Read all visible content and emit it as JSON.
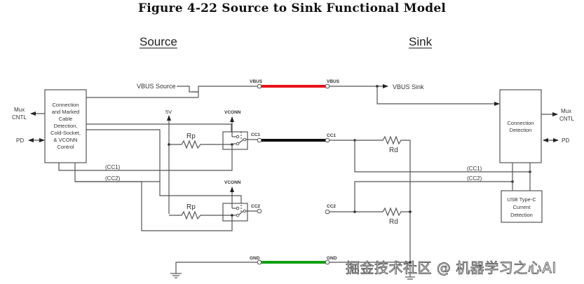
{
  "figure": {
    "title": "Figure 4-22  Source to Sink Functional Model",
    "source_heading": "Source",
    "sink_heading": "Sink"
  },
  "source": {
    "control_block": [
      "Connection",
      "and Marked",
      "Cable",
      "Detection,",
      "Cold-Socket,",
      "& VCONN",
      "Control"
    ],
    "mux_cntl": [
      "Mux",
      "CNTL"
    ],
    "pd": "PD",
    "vbus_source": "VBUS Source",
    "five_volt": "5V",
    "vconn_top": "VCONN",
    "vconn_bottom": "VCONN",
    "rp_top": "Rp",
    "rp_bottom": "Rp",
    "cc1_wire": "(CC1)",
    "cc2_wire": "(CC2)",
    "pin_vbus": "VBUS",
    "pin_cc1": "CC1",
    "pin_cc2": "CC2",
    "pin_gnd": "GND"
  },
  "cable": {
    "vbus_color": "#e8121b",
    "cc_color": "#111111",
    "gnd_color": "#12a012"
  },
  "sink": {
    "pin_vbus": "VBUS",
    "pin_cc1": "CC1",
    "pin_cc2": "CC2",
    "pin_gnd": "GND",
    "vbus_sink": "VBUS Sink",
    "rd_top": "Rd",
    "rd_bottom": "Rd",
    "connection_block": [
      "Connection",
      "Detection"
    ],
    "current_block": [
      "USB Type-C",
      "Current",
      "Detection"
    ],
    "mux_cntl": [
      "Mux",
      "CNTL"
    ],
    "pd": "PD",
    "cc1_wire": "(CC1)",
    "cc2_wire": "(CC2)"
  },
  "watermark": "掘金技术社区 @ 机器学习之心AI"
}
